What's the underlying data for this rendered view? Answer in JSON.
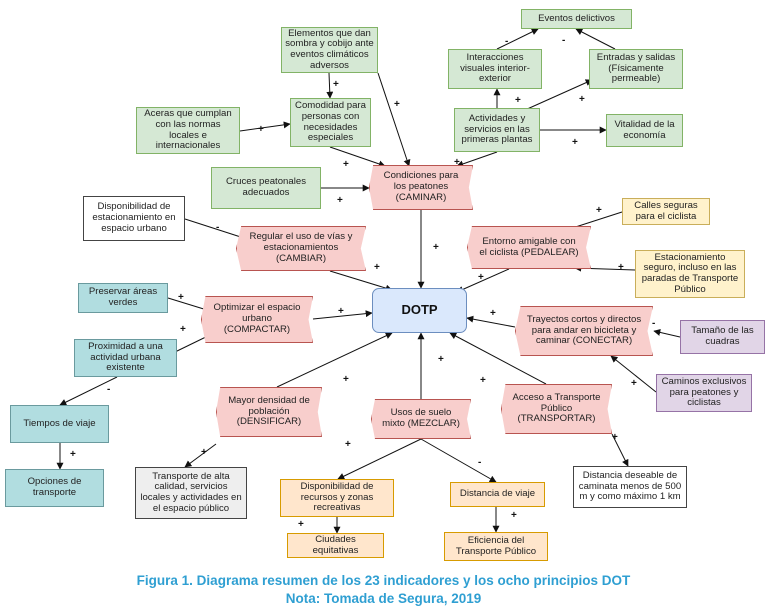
{
  "diagram": {
    "center": "DOTP",
    "nodes": {
      "eventos_delictivos": "Eventos delictivos",
      "elementos_sombra": "Elementos que dan sombra y cobijo ante eventos climáticos adversos",
      "interacciones_visuales": "Interacciones visuales interior-exterior",
      "entradas_salidas": "Entradas y salidas (Físicamente permeable)",
      "aceras": "Aceras que cumplan con las normas locales e internacionales",
      "comodidad": "Comodidad para personas con necesidades especiales",
      "actividades_servicios": "Actividades y servicios en las primeras plantas",
      "vitalidad": "Vitalidad de la economía",
      "cruces": "Cruces peatonales adecuados",
      "caminar": "Condiciones para los peatones (CAMINAR)",
      "disponibilidad_estacionamiento": "Disponibilidad de estacionamiento en espacio urbano",
      "calles_seguras": "Calles seguras para el ciclista",
      "cambiar": "Regular el uso de vías y estacionamientos (CAMBIAR)",
      "pedalear": "Entorno amigable con el ciclista (PEDALEAR)",
      "estacionamiento_seguro": "Estacionamiento seguro, incluso en las paradas de Transporte Público",
      "preservar": "Preservar áreas verdes",
      "compactar": "Optimizar el espacio urbano (COMPACTAR)",
      "conectar": "Trayectos cortos y directos para andar en bicicleta y caminar (CONECTAR)",
      "tamano_cuadras": "Tamaño de las cuadras",
      "proximidad": "Proximidad a una actividad urbana existente",
      "caminos_exclusivos": "Caminos exclusivos para peatones y ciclistas",
      "tiempos": "Tiempos de viaje",
      "densificar": "Mayor densidad de población (DENSIFICAR)",
      "mezclar": "Usos de suelo mixto (MEZCLAR)",
      "transportar": "Acceso a Transporte Público (TRANSPORTAR)",
      "opciones": "Opciones de transporte",
      "transporte_alta": "Transporte de alta calidad, servicios locales y actividades en el espacio público",
      "disponibilidad_recursos": "Disponibilidad de recursos y zonas recreativas",
      "distancia_viaje": "Distancia de viaje",
      "distancia_deseable": "Distancia deseable de caminata menos de 500 m y como máximo 1 km",
      "ciudades": "Ciudades equitativas",
      "eficiencia": "Eficiencia del Transporte Público"
    },
    "signs": {
      "plus": "+",
      "minus": "-"
    },
    "colors": {
      "green": "#d5e8d4",
      "pink": "#f8cecc",
      "blue": "#b1dde0",
      "yellow": "#fff2cc",
      "purple": "#e1d5e7",
      "orange": "#ffe6cc",
      "center": "#dae8fc",
      "caption": "#2f9fd2"
    }
  },
  "caption": {
    "line1": "Figura 1. Diagrama resumen de los 23 indicadores y los ocho principios DOT",
    "line2": "Nota: Tomada de Segura, 2019"
  }
}
